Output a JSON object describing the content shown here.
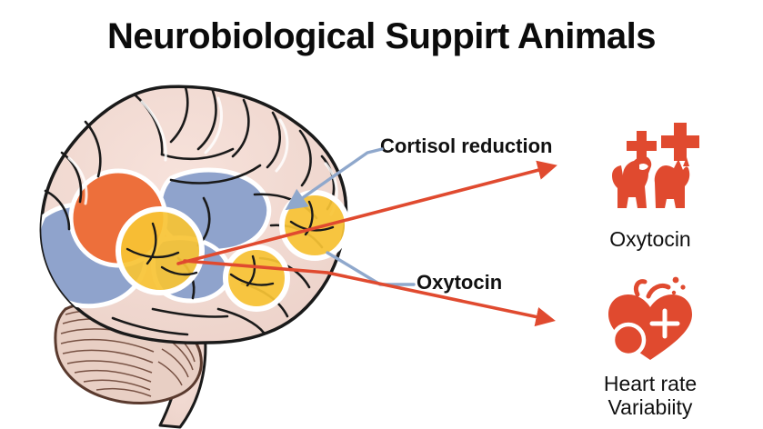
{
  "page": {
    "title": "Neurobiological Suppirt Animals",
    "background_color": "#ffffff"
  },
  "colors": {
    "accent_red": "#e04a2f",
    "arrow_blue": "#8fa8cc",
    "region_orange": "#ed6f3b",
    "region_blue": "#8fa3cc",
    "highlight_yellow": "#f7c334",
    "brain_tissue": "#f0d8d0",
    "brain_outline": "#1a1a1a",
    "text": "#111111"
  },
  "brain": {
    "name": "lateral-view-human-brain",
    "regions": [
      {
        "id": "prefrontal-orange",
        "label": "",
        "color": "#ed6f3b"
      },
      {
        "id": "temporal-blue",
        "label": "",
        "color": "#8fa3cc"
      },
      {
        "id": "parietal-blue",
        "label": "",
        "color": "#8fa3cc"
      },
      {
        "id": "insula-blue",
        "label": "",
        "color": "#8fa3cc"
      }
    ],
    "highlights": [
      {
        "id": "highlight-1",
        "color": "#f7c334"
      },
      {
        "id": "highlight-2",
        "color": "#f7c334"
      },
      {
        "id": "highlight-3",
        "color": "#f7c334"
      }
    ],
    "parts": [
      "cerebrum",
      "cerebellum",
      "brainstem"
    ]
  },
  "annotations": [
    {
      "id": "cortisol-reduction",
      "label": "Cortisol reduction",
      "leader_color": "#8fa8cc"
    },
    {
      "id": "oxytocin-brain",
      "label": "Oxytocin",
      "leader_color": "#8fa8cc"
    }
  ],
  "outcomes": [
    {
      "id": "oxytocin",
      "caption_lines": [
        "Oxytocin"
      ],
      "caption": "Oxytocin",
      "icon": "dog-and-cat-with-plus-icon",
      "icon_color": "#e04a2f",
      "arrow": "red-arrow-right"
    },
    {
      "id": "heart-rate-variability",
      "caption_lines": [
        "Heart rate",
        "Variabiity"
      ],
      "caption_line_1": "Heart rate",
      "caption_line_2": "Variabiity",
      "icon": "heart-with-plus-icon",
      "icon_color": "#e04a2f",
      "arrow": "red-arrow-right"
    }
  ]
}
